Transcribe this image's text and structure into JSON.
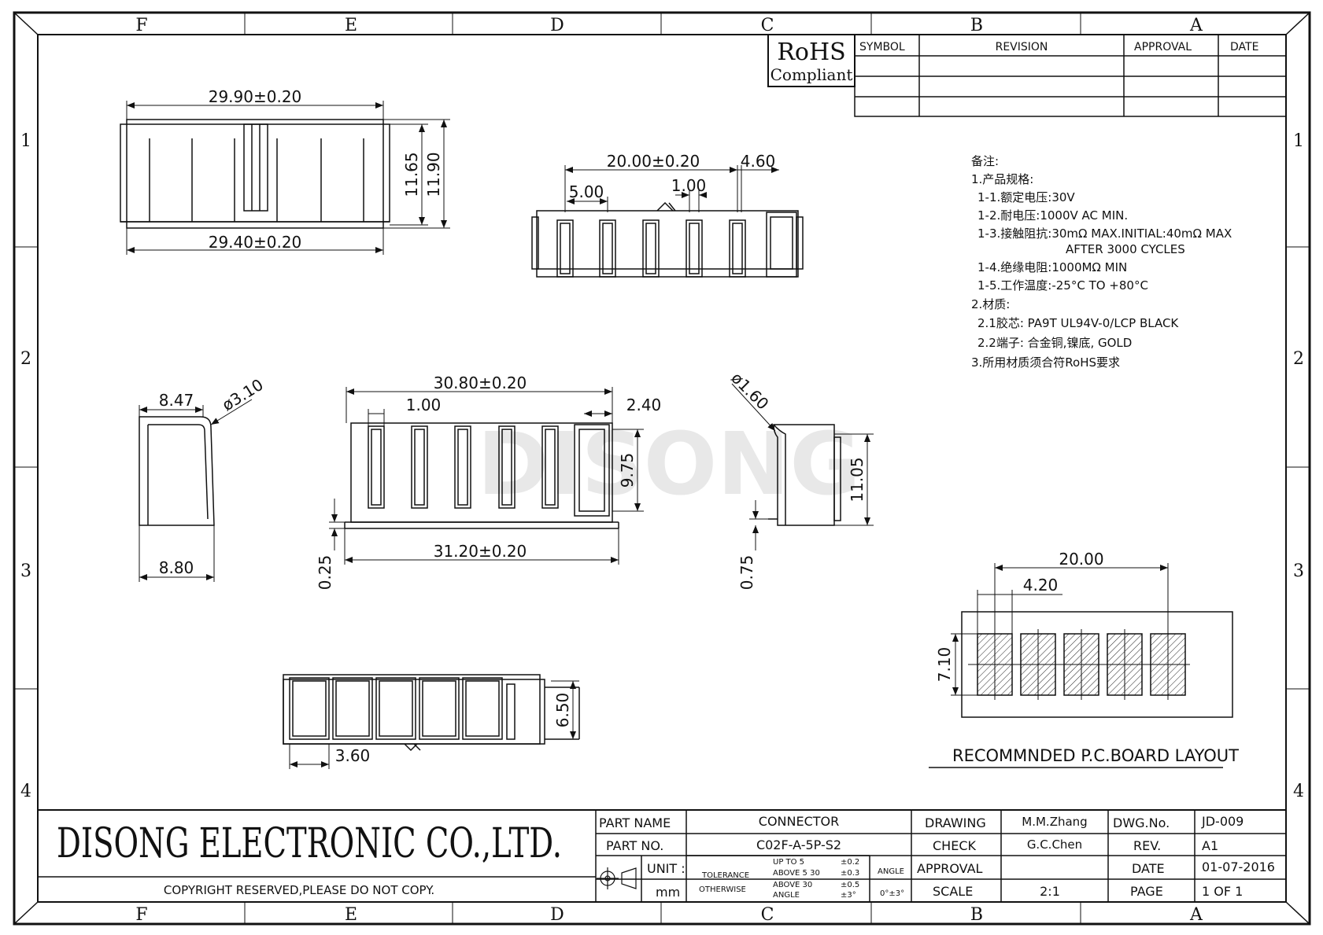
{
  "frame": {
    "columns": [
      "F",
      "E",
      "D",
      "C",
      "B",
      "A"
    ],
    "rows": [
      "1",
      "2",
      "3",
      "4"
    ]
  },
  "rohs": {
    "line1": "RoHS",
    "line2": "Compliant"
  },
  "revision_table": {
    "headers": [
      "SYMBOL",
      "REVISION",
      "APPROVAL",
      "DATE"
    ]
  },
  "dims": {
    "top_overall": "29.90±0.20",
    "top_base": "29.40±0.20",
    "top_h1": "11.65",
    "top_h2": "11.90",
    "front_pitch_total": "20.00±0.20",
    "front_pitch": "5.00",
    "front_slot": "1.00",
    "front_end": "4.60",
    "side_left_w": "8.47",
    "side_left_r": "ø3.10",
    "side_left_base": "8.80",
    "mid_overall": "30.80±0.20",
    "mid_slot": "1.00",
    "mid_end": "2.40",
    "mid_h": "9.75",
    "mid_base": "31.20±0.20",
    "mid_step": "0.25",
    "side_right_r": "ø1.60",
    "side_right_h": "11.05",
    "side_right_step": "0.75",
    "bottom_h": "6.50",
    "bottom_w": "3.60",
    "pcb_total": "20.00",
    "pcb_pitch": "4.20",
    "pcb_h": "7.10"
  },
  "notes": {
    "lines": [
      "备注:",
      "1.产品规格:",
      "1-1.额定电压:30V",
      "1-2.耐电压:1000V AC MIN.",
      "1-3.接触阻抗:30mΩ MAX.INITIAL:40mΩ MAX",
      "AFTER 3000 CYCLES",
      "1-4.绝缘电阻:1000MΩ MIN",
      "1-5.工作温度:-25°C TO +80°C",
      "2.材质:",
      "2.1胶芯: PA9T UL94V-0/LCP BLACK",
      "2.2端子: 合金铜,镍底, GOLD",
      "3.所用材质须合符RoHS要求"
    ]
  },
  "watermark": "DISONG",
  "pcb_layout_label": "RECOMMNDED P.C.BOARD LAYOUT",
  "title_block": {
    "company": "DISONG ELECTRONIC CO.,LTD.",
    "copyright": "COPYRIGHT RESERVED,PLEASE DO NOT COPY.",
    "part_name_label": "PART NAME",
    "part_name": "CONNECTOR",
    "part_no_label": "PART NO.",
    "part_no": "C02F-A-5P-S2",
    "unit_label": "UNIT :",
    "unit": "mm",
    "tolerance_label": "TOLERANCE",
    "otherwise_label": "OTHERWISE",
    "tol_rows": [
      {
        "range": "UP TO 5",
        "value": "±0.2"
      },
      {
        "range": "ABOVE 5 30",
        "value": "±0.3"
      },
      {
        "range": "ABOVE 30",
        "value": "±0.5"
      },
      {
        "range": "ANGLE",
        "value": "±3°"
      }
    ],
    "angle_label": "ANGLE",
    "angle_value": "0°±3°",
    "drawing_label": "DRAWING",
    "drawing": "M.M.Zhang",
    "check_label": "CHECK",
    "check": "G.C.Chen",
    "approval_label": "APPROVAL",
    "approval": "",
    "scale_label": "SCALE",
    "scale": "2:1",
    "dwg_no_label": "DWG.No.",
    "dwg_no": "JD-009",
    "rev_label": "REV.",
    "rev": "A1",
    "date_label": "DATE",
    "date": "01-07-2016",
    "page_label": "PAGE",
    "page": "1 OF 1"
  }
}
